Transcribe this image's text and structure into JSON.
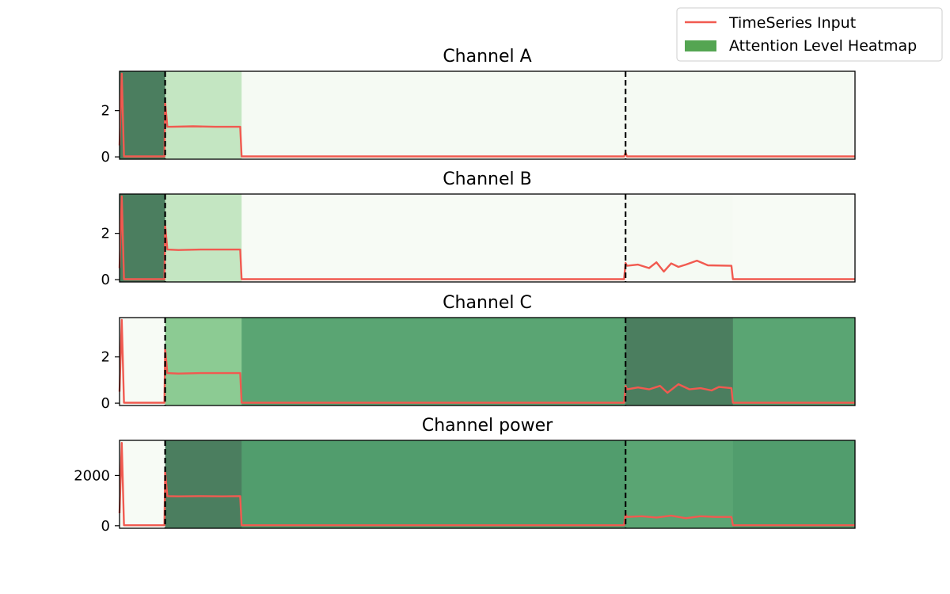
{
  "chart_data": {
    "type": "line",
    "legend": {
      "placement": "top-right",
      "entries": [
        {
          "label": "TimeSeries Input",
          "kind": "line",
          "color": "#f15a50"
        },
        {
          "label": "Attention Level Heatmap",
          "kind": "patch",
          "color": "#54a552"
        }
      ]
    },
    "xlim": [
      0,
      1000
    ],
    "change_points": [
      62,
      688
    ],
    "line_color": "#f15a50",
    "panels": [
      {
        "title": "Channel A",
        "ylim": [
          -0.1,
          3.7
        ],
        "yticks": [
          {
            "value": 0,
            "label": "0"
          },
          {
            "value": 2,
            "label": "2"
          }
        ],
        "attention": [
          {
            "x0": 0,
            "x1": 5,
            "color": "#4b7e5f"
          },
          {
            "x0": 5,
            "x1": 62,
            "color": "#4b7e5f"
          },
          {
            "x0": 62,
            "x1": 166,
            "color": "#c4e6c2"
          },
          {
            "x0": 166,
            "x1": 688,
            "color": "#f5faf3"
          },
          {
            "x0": 688,
            "x1": 834,
            "color": "#f5faf3"
          },
          {
            "x0": 834,
            "x1": 1000,
            "color": "#f5faf3"
          }
        ],
        "series": {
          "x": [
            0,
            3,
            6,
            58,
            61,
            62,
            65,
            70,
            100,
            130,
            164,
            166,
            300,
            500,
            686,
            688,
            690,
            834,
            1000
          ],
          "y": [
            0.5,
            3.6,
            0.02,
            0.02,
            0.02,
            2.35,
            1.3,
            1.3,
            1.32,
            1.3,
            1.3,
            0.02,
            0.02,
            0.02,
            0.02,
            0.18,
            0.02,
            0.02,
            0.02
          ]
        }
      },
      {
        "title": "Channel B",
        "ylim": [
          -0.1,
          3.7
        ],
        "yticks": [
          {
            "value": 0,
            "label": "0"
          },
          {
            "value": 2,
            "label": "2"
          }
        ],
        "attention": [
          {
            "x0": 0,
            "x1": 5,
            "color": "#4b7e5f"
          },
          {
            "x0": 5,
            "x1": 62,
            "color": "#4b7e5f"
          },
          {
            "x0": 62,
            "x1": 166,
            "color": "#c4e6c2"
          },
          {
            "x0": 166,
            "x1": 688,
            "color": "#f7fbf5"
          },
          {
            "x0": 688,
            "x1": 834,
            "color": "#f5faf3"
          },
          {
            "x0": 834,
            "x1": 1000,
            "color": "#f7fbf5"
          }
        ],
        "series": {
          "x": [
            0,
            3,
            6,
            58,
            61,
            62,
            65,
            80,
            110,
            140,
            164,
            166,
            400,
            686,
            688,
            690,
            705,
            720,
            730,
            740,
            750,
            760,
            770,
            785,
            800,
            832,
            834,
            1000
          ],
          "y": [
            0.5,
            3.6,
            0.02,
            0.02,
            0.02,
            2.35,
            1.3,
            1.28,
            1.3,
            1.3,
            1.3,
            0.02,
            0.02,
            0.02,
            0.72,
            0.6,
            0.65,
            0.5,
            0.75,
            0.35,
            0.7,
            0.55,
            0.65,
            0.82,
            0.62,
            0.6,
            0.02,
            0.02
          ]
        }
      },
      {
        "title": "Channel C",
        "ylim": [
          -0.1,
          3.7
        ],
        "yticks": [
          {
            "value": 0,
            "label": "0"
          },
          {
            "value": 2,
            "label": "2"
          }
        ],
        "attention": [
          {
            "x0": 0,
            "x1": 5,
            "color": "#f7fbf5"
          },
          {
            "x0": 5,
            "x1": 62,
            "color": "#f7fbf5"
          },
          {
            "x0": 62,
            "x1": 166,
            "color": "#8ccb93"
          },
          {
            "x0": 166,
            "x1": 688,
            "color": "#5aa573"
          },
          {
            "x0": 688,
            "x1": 834,
            "color": "#4b7e5f"
          },
          {
            "x0": 834,
            "x1": 1000,
            "color": "#5aa573"
          }
        ],
        "series": {
          "x": [
            0,
            3,
            6,
            58,
            61,
            62,
            65,
            80,
            110,
            140,
            164,
            166,
            400,
            686,
            688,
            690,
            705,
            720,
            735,
            745,
            760,
            775,
            790,
            805,
            815,
            832,
            834,
            1000
          ],
          "y": [
            0.5,
            3.6,
            0.02,
            0.02,
            0.02,
            2.35,
            1.3,
            1.28,
            1.3,
            1.3,
            1.3,
            0.02,
            0.02,
            0.02,
            0.75,
            0.6,
            0.68,
            0.6,
            0.75,
            0.45,
            0.82,
            0.6,
            0.65,
            0.55,
            0.7,
            0.65,
            0.02,
            0.02
          ]
        }
      },
      {
        "title": "Channel power",
        "ylim": [
          -100,
          3400
        ],
        "yticks": [
          {
            "value": 0,
            "label": "0"
          },
          {
            "value": 2000,
            "label": "2000"
          }
        ],
        "attention": [
          {
            "x0": 0,
            "x1": 5,
            "color": "#f7fbf5"
          },
          {
            "x0": 5,
            "x1": 62,
            "color": "#f7fbf5"
          },
          {
            "x0": 62,
            "x1": 166,
            "color": "#4b7e5f"
          },
          {
            "x0": 166,
            "x1": 688,
            "color": "#519d6d"
          },
          {
            "x0": 688,
            "x1": 834,
            "color": "#5aa573"
          },
          {
            "x0": 834,
            "x1": 1000,
            "color": "#519d6d"
          }
        ],
        "series": {
          "x": [
            0,
            3,
            6,
            58,
            61,
            62,
            65,
            80,
            110,
            140,
            164,
            166,
            400,
            686,
            688,
            690,
            710,
            730,
            750,
            770,
            790,
            810,
            832,
            834,
            1000
          ],
          "y": [
            500,
            3300,
            20,
            20,
            20,
            2150,
            1180,
            1170,
            1180,
            1170,
            1180,
            20,
            20,
            20,
            470,
            350,
            380,
            330,
            400,
            300,
            380,
            350,
            350,
            20,
            20
          ]
        }
      }
    ]
  }
}
